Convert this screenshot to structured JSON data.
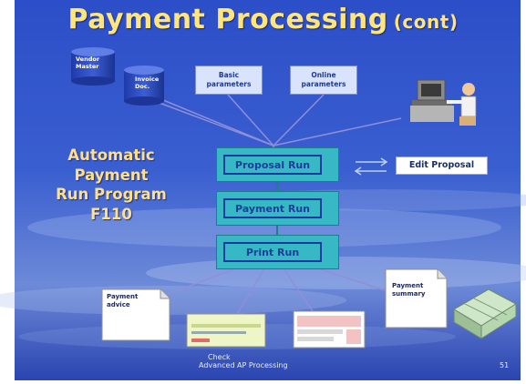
{
  "title": {
    "main": "Payment Processing",
    "cont": "(cont)"
  },
  "left_label": {
    "line1": "Automatic",
    "line2": "Payment",
    "line3": "Run Program",
    "line4": "F110"
  },
  "databases": {
    "vendor_line1": "Vendor",
    "vendor_line2": "Master",
    "invoice_line1": "Invoice",
    "invoice_line2": "Doc."
  },
  "parameters": {
    "basic_line1": "Basic",
    "basic_line2": "parameters",
    "online_line1": "Online",
    "online_line2": "parameters"
  },
  "steps": [
    "Proposal Run",
    "Payment Run",
    "Print Run"
  ],
  "edit_proposal": "Edit Proposal",
  "outputs": {
    "payment_advice_line1": "Payment",
    "payment_advice_line2": "advice",
    "payment_summary_line1": "Payment",
    "payment_summary_line2": "summary",
    "check": "Check"
  },
  "footer": "Advanced AP Processing",
  "page_number": "51",
  "colors": {
    "title": "#ffe57a",
    "process_box": "#36b9c4",
    "process_text": "#1d3c9e",
    "background": "#2a46b8"
  }
}
